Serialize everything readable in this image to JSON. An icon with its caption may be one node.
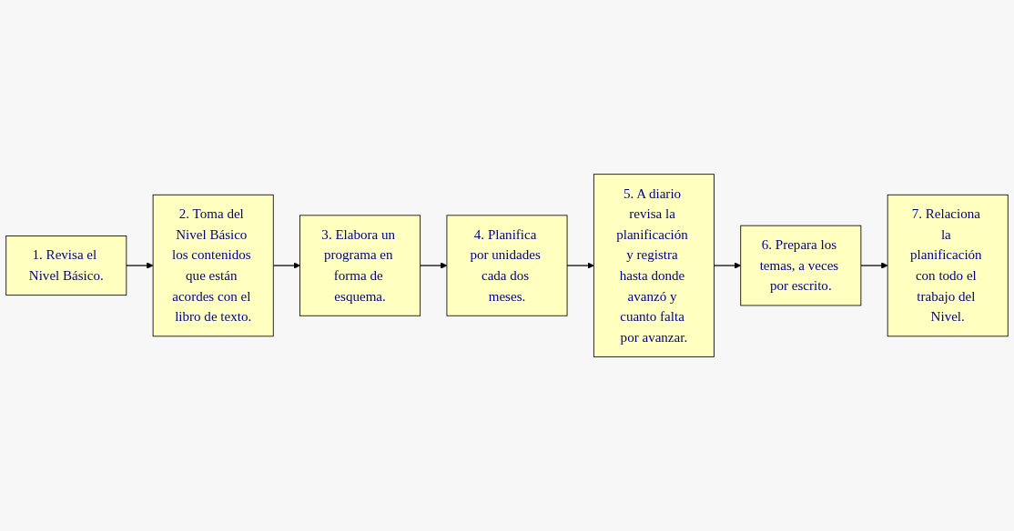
{
  "diagram": {
    "nodes": [
      {
        "text": [
          "1. Revisa el Nivel Básico."
        ]
      },
      {
        "text": [
          "2. Toma del Nivel Básico los contenidos que están acordes con el libro de texto."
        ]
      },
      {
        "text": [
          "3. Elabora un programa en forma de esquema."
        ]
      },
      {
        "text": [
          "4. Planifica por unidades cada dos meses."
        ]
      },
      {
        "text": [
          "5. A diario revisa la planificación y registra hasta donde avanzó y cuanto falta por avanzar."
        ]
      },
      {
        "text": [
          "6. Prepara los temas, a veces por escrito."
        ]
      },
      {
        "text": [
          "7. Relaciona la planificación con todo el trabajo del Nivel."
        ]
      }
    ],
    "edges": [
      {
        "from": 0,
        "to": 1,
        "arrow": "to"
      },
      {
        "from": 1,
        "to": 2,
        "arrow": "to"
      },
      {
        "from": 2,
        "to": 3,
        "arrow": "to"
      },
      {
        "from": 3,
        "to": 4,
        "arrow": "to"
      },
      {
        "from": 4,
        "to": 5,
        "arrow": "to"
      },
      {
        "from": 5,
        "to": 6,
        "arrow": "to"
      }
    ]
  }
}
